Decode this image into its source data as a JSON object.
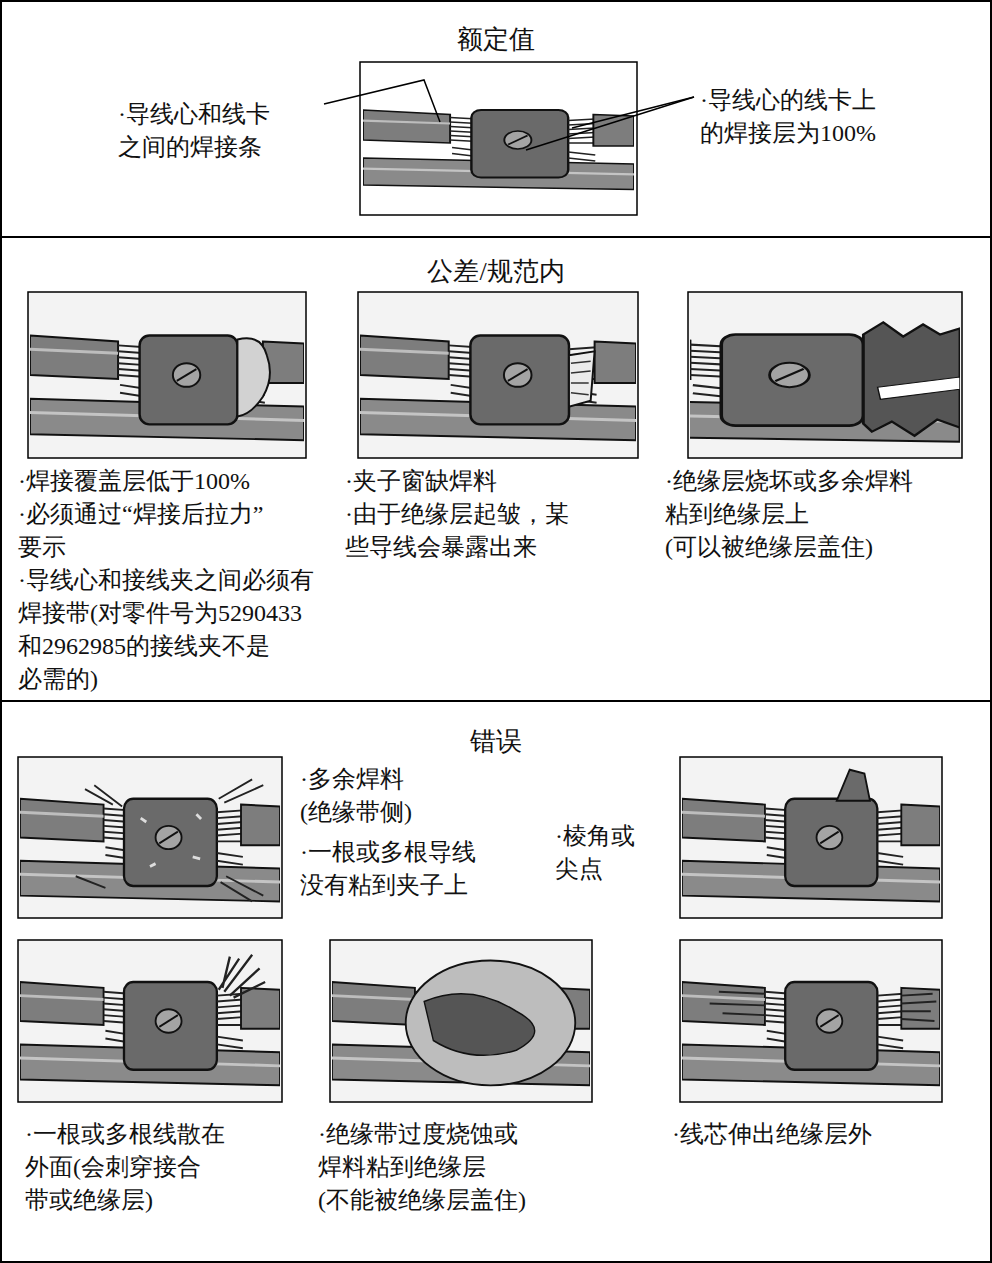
{
  "diagram": {
    "nodes": [
      {
        "text": [
          "额定值"
        ]
      },
      {
        "text": [
          "公差/规范内"
        ]
      },
      {
        "text": [
          "错误"
        ]
      }
    ],
    "labels": [
      "·导线心和线卡 之间的焊接条",
      "·导线心的线卡上 的焊接层为100%",
      "·焊接覆盖层低于100%",
      "·必须通过“焊接后拉力” 要示",
      "·导线心和接线夹之间必须有 焊接带(对零件号为5290433 和2962985的接线夹不是 必需的)",
      "·夹子窗缺焊料",
      "·由于绝缘层起皱，某 些导线会暴露出来",
      "·绝缘层烧坏或多余焊料 粘到绝缘层上 (可以被绝缘层盖住)",
      "·多余焊料 (绝缘带侧)",
      "·一根或多根导线 没有粘到夹子上",
      "·棱角或 尖点",
      "·一根或多根线散在 外面(会刺穿接合 带或绝缘层)",
      "·绝缘带过度烧蚀或 焊料粘到绝缘层 (不能被绝缘层盖住)",
      "·线芯伸出绝缘层外"
    ]
  }
}
